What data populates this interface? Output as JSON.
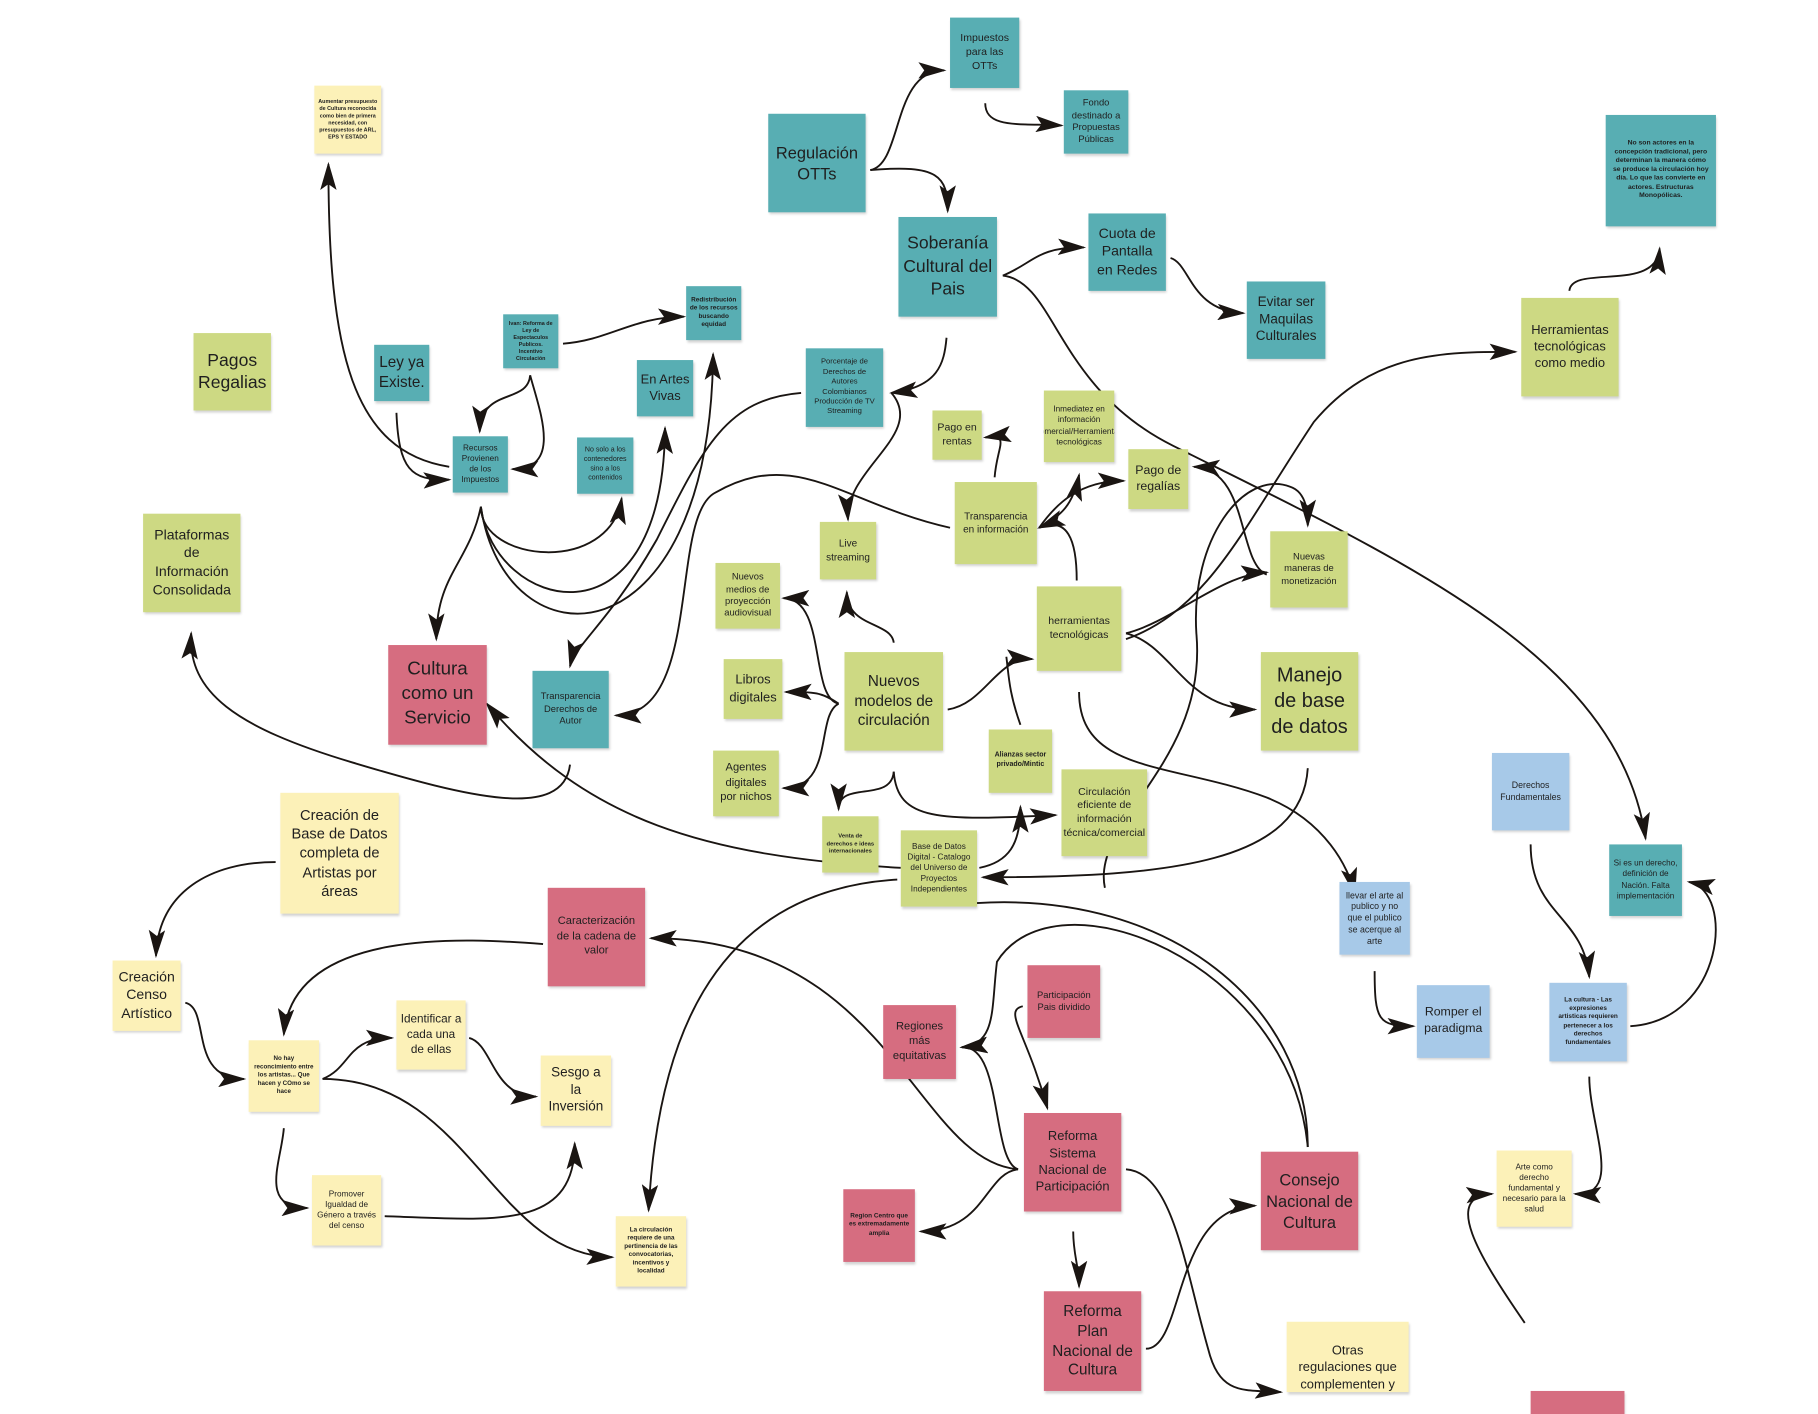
{
  "colors": {
    "teal": "#58aeb3",
    "green": "#cdd983",
    "pink": "#d66d80",
    "yellow": "#fcf1b8",
    "blue": "#a7c9e8",
    "line": "#1a1512"
  },
  "notes": [
    {
      "text": "Aumentar presupuesto de Cultura reconocida como bien de primera necesidad, con presupuestos de ARL, EPS Y ESTADO"
    },
    {
      "text": "Pagos Regalias"
    },
    {
      "text": "Ley ya Existe."
    },
    {
      "text": "Ivan: Reforma de Ley de Espectaculos Publicos. Incentivo Circulación"
    },
    {
      "text": "Redistribución de los recursos buscando equidad"
    },
    {
      "text": "En Artes Vivas"
    },
    {
      "text": "Recursos Provienen de los Impuestos"
    },
    {
      "text": "No solo a los contenedores sino a los contenidos"
    },
    {
      "text": "Plataformas de Información Consolidada"
    },
    {
      "text": "Regulación OTTs"
    },
    {
      "text": "Impuestos para las OTTs"
    },
    {
      "text": "Fondo destinado a Propuestas Públicas"
    },
    {
      "text": "Soberanía Cultural del Pais"
    },
    {
      "text": "Cuota de Pantalla en Redes"
    },
    {
      "text": "Evitar ser Maquilas Culturales"
    },
    {
      "text": "No son actores en la concepción tradicional, pero determinan la manera cómo se produce la circulación hoy día. Lo que las convierte en actores. Estructuras Monopólicas."
    },
    {
      "text": "Herramientas tecnológicas como medio"
    },
    {
      "text": "Porcentaje de Derechos de Autores Colombianos Producción de TV Streaming"
    },
    {
      "text": "Pago en rentas"
    },
    {
      "text": "Inmediatez en información comercial/Herramientas tecnológicas"
    },
    {
      "text": "Transparencia en información"
    },
    {
      "text": "Pago de regalías"
    },
    {
      "text": "Live streaming"
    },
    {
      "text": "Nuevas maneras de monetización"
    },
    {
      "text": "Nuevos medios de proyección audiovisual"
    },
    {
      "text": "herramientas tecnológicas"
    },
    {
      "text": "Cultura como un Servicio"
    },
    {
      "text": "Transparencia Derechos de Autor"
    },
    {
      "text": "Libros digitales"
    },
    {
      "text": "Nuevos modelos de circulación"
    },
    {
      "text": "Manejo de base de datos"
    },
    {
      "text": "Agentes digitales por nichos"
    },
    {
      "text": "Alianzas sector privado/Mintic"
    },
    {
      "text": "Circulación eficiente de información técnica/comercial"
    },
    {
      "text": "Venta de derechos e ideas internacionales"
    },
    {
      "text": "Base de Datos Digital - Catalogo del Universo de Proyectos Independientes"
    },
    {
      "text": "Derechos Fundamentales"
    },
    {
      "text": "Si es un derecho, definición de Nación. Falta implementación"
    },
    {
      "text": "llevar el arte al publico y no que el publico se acerque al arte"
    },
    {
      "text": "Creación de Base de Datos completa de Artistas por áreas"
    },
    {
      "text": "Caracterización de la cadena de valor"
    },
    {
      "text": "Creación Censo Artístico"
    },
    {
      "text": "Identificar a cada una de ellas"
    },
    {
      "text": "No hay reconcimiento entre los artistas... Que hacen y COmo se hace"
    },
    {
      "text": "Sesgo a la Inversión"
    },
    {
      "text": "Participación Pais dividido"
    },
    {
      "text": "Regiones más equitativas"
    },
    {
      "text": "Romper el paradigma"
    },
    {
      "text": "La cultura - Las expresiones artisticas requieren pertenecer a los derechos fundamentales"
    },
    {
      "text": "Reforma Sistema Nacional de Participación"
    },
    {
      "text": "Consejo Nacional de Cultura"
    },
    {
      "text": "Promover Igualdad de Género a través del censo"
    },
    {
      "text": "La circulación requiere de una pertinencia de las convocatorias, incentivos y localidad"
    },
    {
      "text": "Region Centro que es extremadamente amplia"
    },
    {
      "text": "Arte como derecho fundamental y necesario para la salud"
    },
    {
      "text": "Reforma Plan Nacional de Cultura"
    },
    {
      "text": "Otras regulaciones que complementen y"
    }
  ]
}
